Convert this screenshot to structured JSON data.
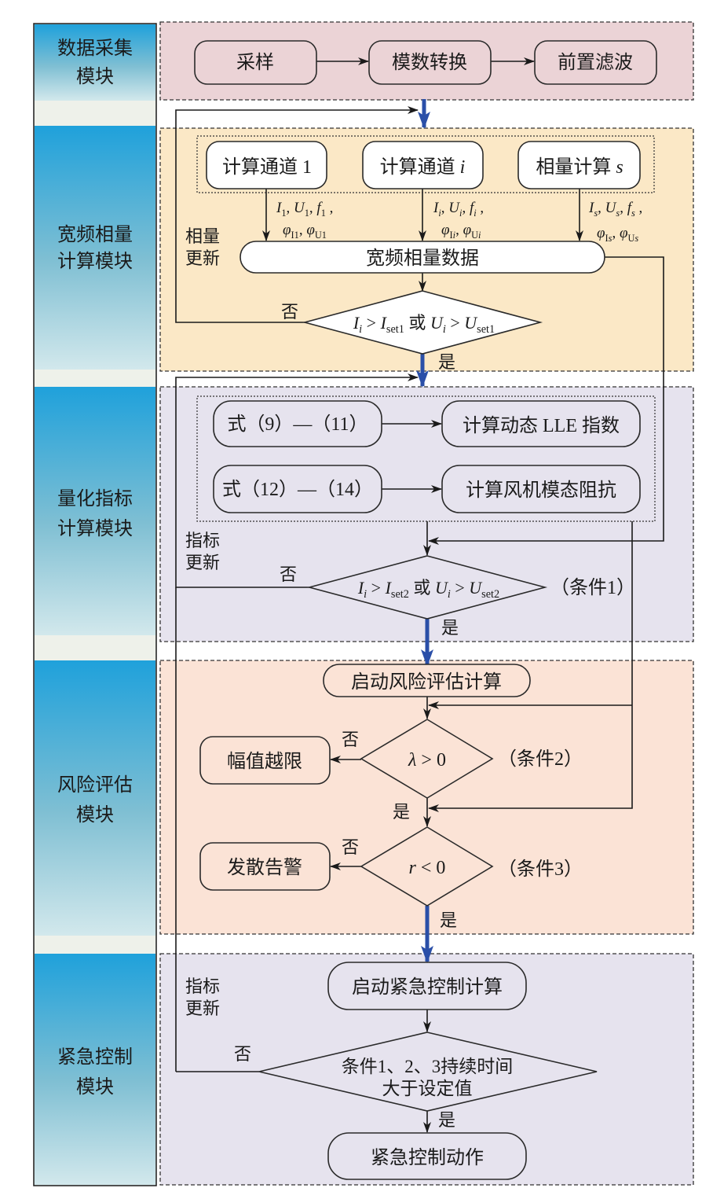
{
  "colors": {
    "panel_acq": "#ebd3d6",
    "panel_phasor": "#fbe8c6",
    "panel_index": "#e6e3ee",
    "panel_risk": "#fbe3d6",
    "panel_ctrl": "#e6e3ee",
    "sidebar_top": "#1fa1db",
    "sidebar_bottom": "#d2e8ec",
    "sidebar_gap": "#eef1ea",
    "flow_blue": "#2a4fa8"
  },
  "modules": [
    {
      "line1": "数据采集",
      "line2": "模块"
    },
    {
      "line1": "宽频相量",
      "line2": "计算模块"
    },
    {
      "line1": "量化指标",
      "line2": "计算模块"
    },
    {
      "line1": "风险评估",
      "line2": "模块"
    },
    {
      "line1": "紧急控制",
      "line2": "模块"
    }
  ],
  "acq": {
    "sample": "采样",
    "adc": "模数转换",
    "filter": "前置滤波"
  },
  "phasor": {
    "ch1": "计算通道 1",
    "chi": [
      [
        "计算通道 ",
        ""
      ],
      [
        "i",
        "i"
      ]
    ],
    "chs": [
      [
        "相量计算 ",
        ""
      ],
      [
        "s",
        "i"
      ]
    ],
    "ch1_l1": [
      [
        "I",
        "i"
      ],
      [
        "1",
        "sub"
      ],
      [
        ", ",
        ""
      ],
      [
        "U",
        "i"
      ],
      [
        "1",
        "sub"
      ],
      [
        ", ",
        ""
      ],
      [
        "f",
        "i"
      ],
      [
        "1",
        "sub"
      ],
      [
        " ,",
        ""
      ]
    ],
    "ch1_l2": [
      [
        "φ",
        "i"
      ],
      [
        "I1",
        "sub"
      ],
      [
        ", ",
        ""
      ],
      [
        "φ",
        "i"
      ],
      [
        "U1",
        "sub"
      ]
    ],
    "chi_l1": [
      [
        "I",
        "i"
      ],
      [
        "i",
        "subi"
      ],
      [
        ", ",
        ""
      ],
      [
        "U",
        "i"
      ],
      [
        "i",
        "subi"
      ],
      [
        ",  ",
        ""
      ],
      [
        "f",
        "i"
      ],
      [
        "i",
        "subi"
      ],
      [
        " ,",
        ""
      ]
    ],
    "chi_l2": [
      [
        "φ",
        "i"
      ],
      [
        "I",
        "sub"
      ],
      [
        "i",
        "subi"
      ],
      [
        ", ",
        ""
      ],
      [
        "φ",
        "i"
      ],
      [
        "U",
        "sub"
      ],
      [
        "i",
        "subi"
      ]
    ],
    "chs_l1": [
      [
        "I",
        "i"
      ],
      [
        "s",
        "subi"
      ],
      [
        ", ",
        ""
      ],
      [
        "U",
        "i"
      ],
      [
        "s",
        "subi"
      ],
      [
        ",  ",
        ""
      ],
      [
        "f",
        "i"
      ],
      [
        "s",
        "subi"
      ],
      [
        " ,",
        ""
      ]
    ],
    "chs_l2": [
      [
        "φ",
        "i"
      ],
      [
        "I",
        "sub"
      ],
      [
        "s",
        "subi"
      ],
      [
        ", ",
        ""
      ],
      [
        "φ",
        "i"
      ],
      [
        "U",
        "sub"
      ],
      [
        "s",
        "subi"
      ]
    ],
    "data": "宽频相量数据",
    "update1": "相量",
    "update2": "更新",
    "cond": [
      [
        "I",
        "i"
      ],
      [
        "i",
        "subi"
      ],
      [
        " > ",
        ""
      ],
      [
        "I",
        "i"
      ],
      [
        "set1",
        "sub"
      ],
      [
        " 或 ",
        ""
      ],
      [
        "U",
        "i"
      ],
      [
        "i",
        "subi"
      ],
      [
        " > ",
        ""
      ],
      [
        "U",
        "i"
      ],
      [
        "set1",
        "sub"
      ]
    ],
    "no": "否",
    "yes": "是"
  },
  "index": {
    "eq1": "式（9）—（11）",
    "lle": "计算动态 LLE 指数",
    "eq2": "式（12）—（14）",
    "imp": "计算风机模态阻抗",
    "update1": "指标",
    "update2": "更新",
    "cond": [
      [
        "I",
        "i"
      ],
      [
        "i",
        "subi"
      ],
      [
        " > ",
        ""
      ],
      [
        "I",
        "i"
      ],
      [
        "set2",
        "sub"
      ],
      [
        " 或 ",
        ""
      ],
      [
        "U",
        "i"
      ],
      [
        "i",
        "subi"
      ],
      [
        " > ",
        ""
      ],
      [
        "U",
        "i"
      ],
      [
        "set2",
        "sub"
      ]
    ],
    "cond_label": "（条件1）",
    "no": "否",
    "yes": "是"
  },
  "risk": {
    "start": "启动风险评估计算",
    "cond2": [
      [
        "λ",
        "i"
      ],
      [
        " > 0",
        ""
      ]
    ],
    "cond2_label": "（条件2）",
    "out2": "幅值越限",
    "cond3": [
      [
        "r",
        "i"
      ],
      [
        " < 0",
        ""
      ]
    ],
    "cond3_label": "（条件3）",
    "out3": "发散告警",
    "no": "否",
    "yes": "是"
  },
  "ctrl": {
    "start": "启动紧急控制计算",
    "cond_l1": "条件1、2、3持续时间",
    "cond_l2": "大于设定值",
    "action": "紧急控制动作",
    "update1": "指标",
    "update2": "更新",
    "no": "否",
    "yes": "是"
  }
}
